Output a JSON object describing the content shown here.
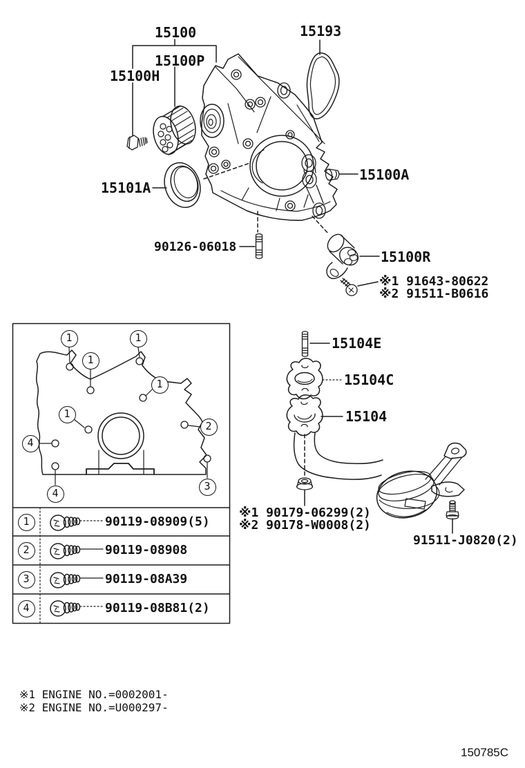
{
  "doc": {
    "code": "150785C"
  },
  "top": {
    "l15100": "15100",
    "l15100P": "15100P",
    "l15100H": "15100H",
    "l15193": "15193",
    "l15101A": "15101A",
    "l15100A": "15100A",
    "l90126": "90126-06018",
    "l15100R": "15100R",
    "n91643": "※1 91643-80622",
    "n91511b": "※2 91511-B0616"
  },
  "inset": {
    "callouts": [
      "1",
      "1",
      "1",
      "1",
      "1",
      "2",
      "4",
      "4",
      "3"
    ],
    "table": [
      {
        "num": "1",
        "part": "90119-08909(5)"
      },
      {
        "num": "2",
        "part": "90119-08908"
      },
      {
        "num": "3",
        "part": "90119-08A39"
      },
      {
        "num": "4",
        "part": "90119-08B81(2)"
      }
    ]
  },
  "strainer": {
    "l15104E": "15104E",
    "l15104C": "15104C",
    "l15104": "15104",
    "n90179": "※1 90179-06299(2)",
    "n90178": "※2 90178-W0008(2)",
    "l91511j": "91511-J0820(2)"
  },
  "footnotes": {
    "f1": "※1 ENGINE NO.=0002001-",
    "f2": "※2 ENGINE NO.=U000297-"
  }
}
